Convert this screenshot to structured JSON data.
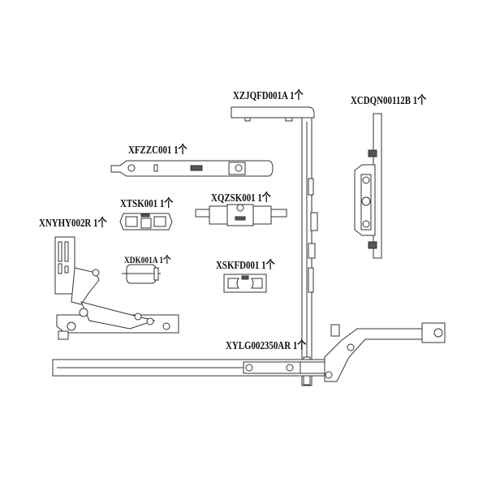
{
  "parts": [
    {
      "code": "XZJQFD001A",
      "qty": "1个"
    },
    {
      "code": "XCDQN00112B",
      "qty": "1个"
    },
    {
      "code": "XFZZC001",
      "qty": "1个"
    },
    {
      "code": "XTSK001",
      "qty": "1个"
    },
    {
      "code": "XQZSK001",
      "qty": "1个"
    },
    {
      "code": "XNYHY002R",
      "qty": "1个"
    },
    {
      "code": "XDK001A",
      "qty": "1个"
    },
    {
      "code": "XSKFD001",
      "qty": "1个"
    },
    {
      "code": "XYLG002350AR",
      "qty": "1个"
    }
  ],
  "colors": {
    "line": "#333333",
    "background": "#ffffff"
  }
}
